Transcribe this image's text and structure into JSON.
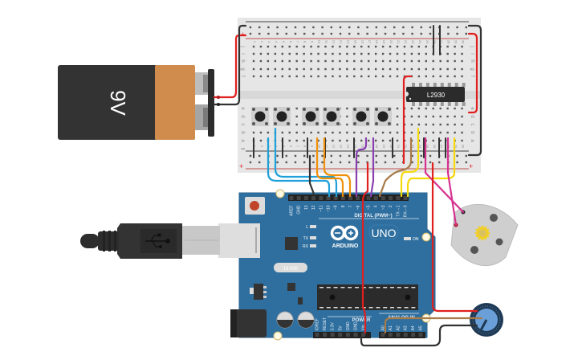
{
  "diagram": {
    "title": "Arduino UNO circuit with breadboard, pushbuttons, L293D motor driver, DC motor, potentiometer and 9V battery",
    "battery": {
      "label": "9V",
      "colors": {
        "body": "#333333",
        "cap": "#d08c4c"
      }
    },
    "breadboard": {
      "column_numbers": [
        "1",
        "2",
        "3",
        "4",
        "5",
        "6",
        "7",
        "8",
        "9",
        "10",
        "11",
        "12",
        "13",
        "14",
        "15",
        "16",
        "17",
        "18",
        "19",
        "20",
        "21",
        "22",
        "23",
        "24",
        "25",
        "26",
        "27",
        "28",
        "29",
        "30"
      ],
      "row_letters_top": [
        "j",
        "i",
        "h",
        "g",
        "f"
      ],
      "row_letters_bottom": [
        "e",
        "d",
        "c",
        "b",
        "a"
      ],
      "rail_minus": "−",
      "rail_plus": "+",
      "pushbutton_count": 6
    },
    "ic": {
      "label": "L2930"
    },
    "arduino": {
      "model_label": "UNO",
      "brand_label": "ARDUINO",
      "digital_header_label": "DIGITAL (PWM~)",
      "digital_pins": [
        "AREF",
        "GND",
        "13",
        "12",
        "~11",
        "~10",
        "~9",
        "8",
        "7",
        "~6",
        "~5",
        "4",
        "~3",
        "2",
        "TX→1",
        "RX←0"
      ],
      "led_labels": {
        "l": "L",
        "tx": "TX",
        "rx": "RX",
        "on": "ON"
      },
      "power_header_label": "POWER",
      "power_pins": [
        "IOREF",
        "RESET",
        "3.3V",
        "5V",
        "GND",
        "GND",
        "Vin"
      ],
      "analog_header_label": "ANALOG IN",
      "analog_pins": [
        "A0",
        "A1",
        "A2",
        "A3",
        "A4",
        "A5"
      ],
      "crystal_label": "16.000",
      "colors": {
        "board": "#2f6f9f",
        "board_edge": "#27608b",
        "reset": "#c0442a"
      }
    },
    "usb": {
      "symbol": "usb-symbol"
    },
    "wire_colors": {
      "red": "#e0201f",
      "black": "#333333",
      "blue": "#1fa0d8",
      "orange": "#f0900a",
      "purple": "#8a3fb0",
      "brown": "#a87a48",
      "yellow": "#f5d90a",
      "magenta": "#d6308f"
    }
  }
}
